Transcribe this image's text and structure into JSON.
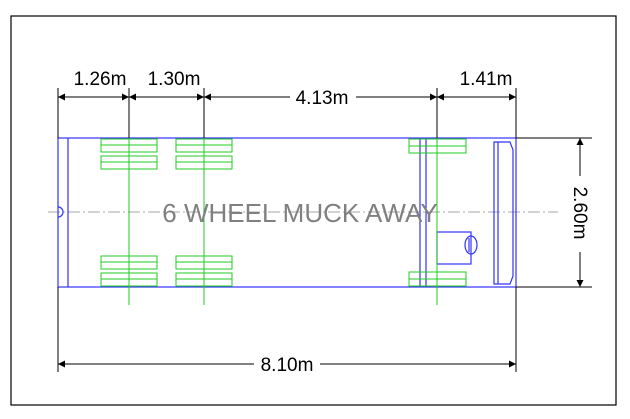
{
  "drawing": {
    "title": "6 WHEEL MUCK AWAY",
    "dimensions": {
      "rear_overhang": "1.26m",
      "axle_spacing": "1.30m",
      "wheelbase": "4.13m",
      "front_overhang": "1.41m",
      "width": "2.60m",
      "overall_length": "8.10m"
    },
    "colors": {
      "outline": "#3333ff",
      "wheels": "#22cc22",
      "dimension_lines": "#000000",
      "centerline": "#888888",
      "title_text": "#808080",
      "frame": "#000000"
    }
  }
}
